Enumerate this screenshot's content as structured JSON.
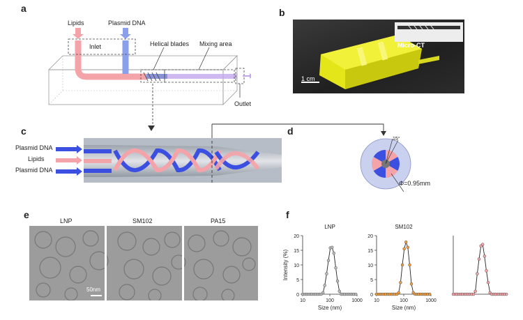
{
  "panels": {
    "a": {
      "letter": "a",
      "lipids": "Lipids",
      "plasmid": "Plasmid DNA",
      "inlet": "Inlet",
      "helical": "Helical blades",
      "mixing": "Mixing area",
      "outlet": "Outlet"
    },
    "b": {
      "letter": "b",
      "microct": "Micro-CT",
      "scale": "1 cm"
    },
    "c": {
      "letter": "c",
      "in1": "Plasmid DNA",
      "in2": "Lipids",
      "in3": "Plasmid DNA"
    },
    "d": {
      "letter": "d",
      "angle": "15°",
      "diameter": "Φ=0.95mm"
    },
    "e": {
      "letter": "e",
      "titles": [
        "LNP",
        "SM102",
        "PA15"
      ],
      "scale": "50nm"
    },
    "f": {
      "letter": "f"
    }
  },
  "colors": {
    "lipid": "#f4a3a8",
    "dna": "#5a6fe0",
    "orange": "#f0a040",
    "grey": "#bbbbbb"
  },
  "chart_data": [
    {
      "type": "line",
      "title": "LNP",
      "xlabel": "Size (nm)",
      "ylabel": "Intensity (%)",
      "xscale": "log",
      "xlim": [
        10,
        1000
      ],
      "ylim": [
        0,
        20
      ],
      "xticks": [
        "10",
        "100",
        "1000"
      ],
      "yticks": [
        "0",
        "5",
        "10",
        "15",
        "20"
      ],
      "marker_color": "#bbbbbb",
      "x": [
        10,
        12,
        14,
        16,
        19,
        22,
        26,
        30,
        35,
        41,
        48,
        56,
        65,
        76,
        89,
        104,
        121,
        141,
        165,
        192,
        224,
        261,
        305,
        356,
        415,
        484,
        564,
        658,
        768,
        897
      ],
      "y": [
        0,
        0,
        0,
        0,
        0,
        0,
        0,
        0,
        0,
        0,
        0,
        0.5,
        3,
        7,
        11.5,
        15.8,
        16,
        14,
        9,
        4.5,
        1,
        0,
        0,
        0,
        0,
        0,
        0,
        0,
        0,
        0
      ]
    },
    {
      "type": "line",
      "title": "SM102",
      "xlabel": "Size (nm)",
      "ylabel": "",
      "xscale": "log",
      "xlim": [
        10,
        1000
      ],
      "ylim": [
        0,
        20
      ],
      "xticks": [
        "10",
        "100",
        "1000"
      ],
      "yticks": [
        "0",
        "5",
        "10",
        "15",
        "20"
      ],
      "marker_color": "#f0a040",
      "x": [
        10,
        12,
        14,
        16,
        19,
        22,
        26,
        30,
        35,
        41,
        48,
        56,
        65,
        76,
        89,
        104,
        121,
        141,
        165,
        192,
        224,
        261,
        305,
        356,
        415,
        484,
        564,
        658,
        768,
        897
      ],
      "y": [
        0,
        0,
        0,
        0,
        0,
        0,
        0,
        0,
        0,
        0,
        0,
        0,
        0.5,
        4,
        10,
        15.5,
        17.8,
        16,
        10,
        3.5,
        0.5,
        0,
        0,
        0,
        0,
        0,
        0,
        0,
        0,
        0
      ]
    },
    {
      "type": "line",
      "title": "",
      "xlabel": "",
      "ylabel": "",
      "xscale": "log",
      "xlim": [
        10,
        1000
      ],
      "ylim": [
        0,
        20
      ],
      "xticks": [],
      "yticks": [],
      "marker_color": "#f4a3a8",
      "x": [
        10,
        12,
        14,
        16,
        19,
        22,
        26,
        30,
        35,
        41,
        48,
        56,
        65,
        76,
        89,
        104,
        121,
        141,
        165,
        192,
        224,
        261,
        305,
        356,
        415,
        484,
        564,
        658,
        768,
        897
      ],
      "y": [
        0,
        0,
        0,
        0,
        0,
        0,
        0,
        0,
        0,
        0,
        0,
        0,
        1,
        7,
        12,
        16.5,
        17,
        13,
        8,
        4,
        0.5,
        0,
        0,
        0,
        0,
        0,
        0,
        0,
        0,
        0
      ]
    }
  ]
}
